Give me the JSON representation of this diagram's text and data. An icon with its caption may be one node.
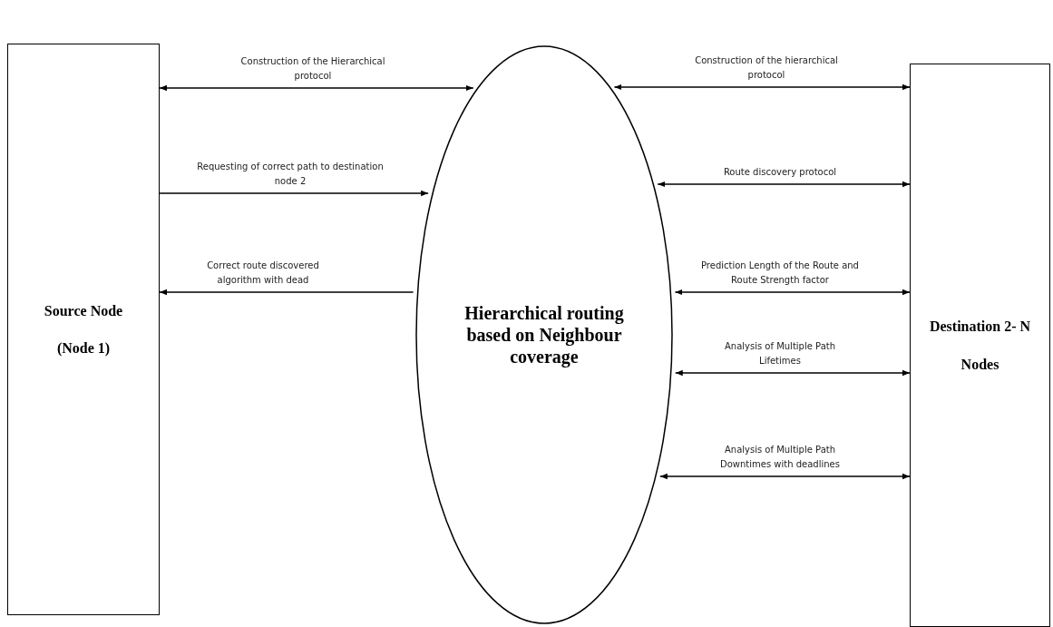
{
  "diagram": {
    "nodes": [
      {
        "text": [
          "Source Node",
          "(Node 1)"
        ]
      },
      {
        "text": [
          "Hierarchical routing based on Neighbour coverage"
        ]
      },
      {
        "text": [
          "Destination 2- N",
          "Nodes"
        ]
      }
    ],
    "edges": [
      {
        "from": 0,
        "to": 1,
        "arrow": "both",
        "label": "Construction of the Hierarchical protocol"
      },
      {
        "from": 0,
        "to": 1,
        "arrow": "to",
        "label": "Requesting of correct path to destination node 2"
      },
      {
        "from": 1,
        "to": 0,
        "arrow": "to",
        "label": "Correct route discovered algorithm with dead"
      },
      {
        "from": 1,
        "to": 2,
        "arrow": "both",
        "label": "Construction of the hierarchical protocol"
      },
      {
        "from": 1,
        "to": 2,
        "arrow": "both",
        "label": "Route discovery protocol"
      },
      {
        "from": 1,
        "to": 2,
        "arrow": "both",
        "label": "Prediction Length of the Route and Route Strength factor"
      },
      {
        "from": 1,
        "to": 2,
        "arrow": "both",
        "label": "Analysis of Multiple Path Lifetimes"
      },
      {
        "from": 1,
        "to": 2,
        "arrow": "both",
        "label": "Analysis of Multiple Path Downtimes with deadlines"
      }
    ]
  }
}
